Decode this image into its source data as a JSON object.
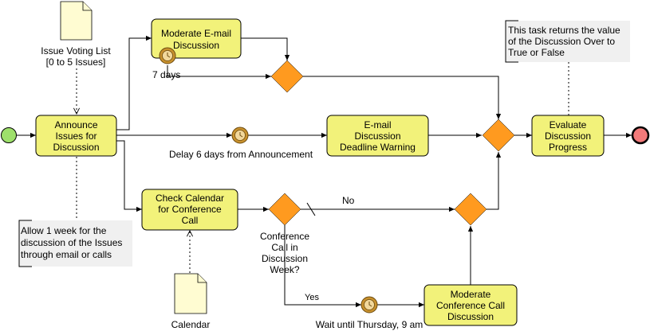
{
  "tasks": {
    "announce": [
      "Announce",
      "Issues for",
      "Discussion"
    ],
    "moderate_email": [
      "Moderate E-mail",
      "Discussion"
    ],
    "email_warning": [
      "E-mail",
      "Discussion",
      "Deadline Warning"
    ],
    "check_calendar": [
      "Check Calendar",
      "for Conference",
      "Call"
    ],
    "moderate_conf": [
      "Moderate",
      "Conference Call",
      "Discussion"
    ],
    "evaluate": [
      "Evaluate",
      "Discussion",
      "Progress"
    ]
  },
  "events": {
    "seven_days": "7 days",
    "delay_label": "Delay 6 days from Announcement",
    "wait_label": "Wait until Thursday, 9 am"
  },
  "gateways": {
    "conference_question": [
      "Conference",
      "Call in",
      "Discussion",
      "Week?"
    ],
    "no_label": "No",
    "yes_label": "Yes"
  },
  "data_objects": {
    "voting_list": [
      "Issue Voting List",
      "[0 to 5 Issues]"
    ],
    "calendar": "Calendar"
  },
  "annotations": {
    "allow_week": [
      "Allow 1 week for the",
      "discussion of the Issues",
      "through email or calls"
    ],
    "task_returns": [
      "This task returns the value",
      "of the Discussion Over to",
      "True or False"
    ]
  },
  "colors": {
    "task_fill": "#f2f27a",
    "gateway_fill": "#ff9a1f",
    "start_fill": "#9ee06b",
    "end_fill": "#f27a7a",
    "timer_fill": "#c8912d",
    "document_fill": "#fffcd2",
    "annotation_fill": "#f0f0f0"
  }
}
